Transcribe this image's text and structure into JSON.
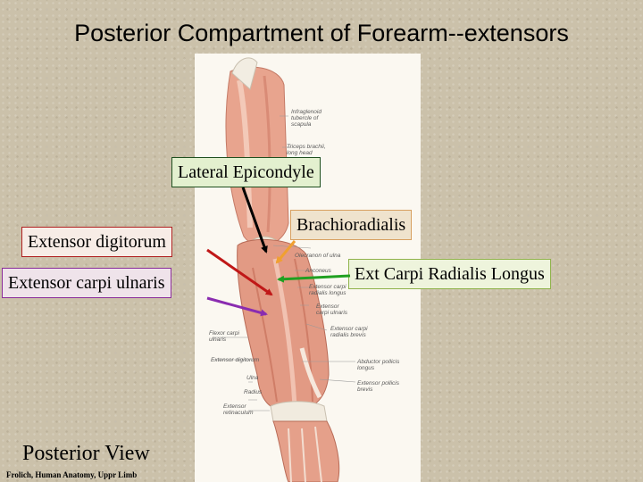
{
  "title": "Posterior Compartment of Forearm--extensors",
  "callouts": {
    "lateral_epicondyle": "Lateral Epicondyle",
    "brachioradialis": "Brachioradialis",
    "extensor_digitorum": "Extensor digitorum",
    "ext_carpi_radialis_longus": "Ext Carpi Radialis Longus",
    "extensor_carpi_ulnaris": "Extensor carpi ulnaris"
  },
  "caption": "Posterior View",
  "credit": "Frolich, Human Anatomy, Uppr Limb",
  "figure_labels": {
    "infraglenoid": "Infraglenoid\ntubercle of\nscapula",
    "triceps": "Triceps brachii,\nlong head",
    "olecranon": "Olecranon of ulna",
    "anconeus": "Anconeus",
    "ecrl": "Extensor carpi\nradialis longus",
    "ecu": "Extensor\ncarpi ulnaris",
    "ecrb": "Extensor carpi\nradialis brevis",
    "fcu": "Flexor carpi\nulnaris",
    "ed": "Extensor digitorum",
    "apl": "Abductor pollicis\nlongus",
    "ulna": "Ulna",
    "radius": "Radius",
    "epb": "Extensor pollicis\nbrevis",
    "retinaculum": "Extensor\nretinaculum"
  },
  "arrow_colors": {
    "lateral_epicondyle": "#000000",
    "brachioradialis": "#f0a030",
    "extensor_digitorum": "#c01818",
    "ext_carpi_radialis_longus": "#20a020",
    "extensor_carpi_ulnaris": "#8a2cb0"
  }
}
